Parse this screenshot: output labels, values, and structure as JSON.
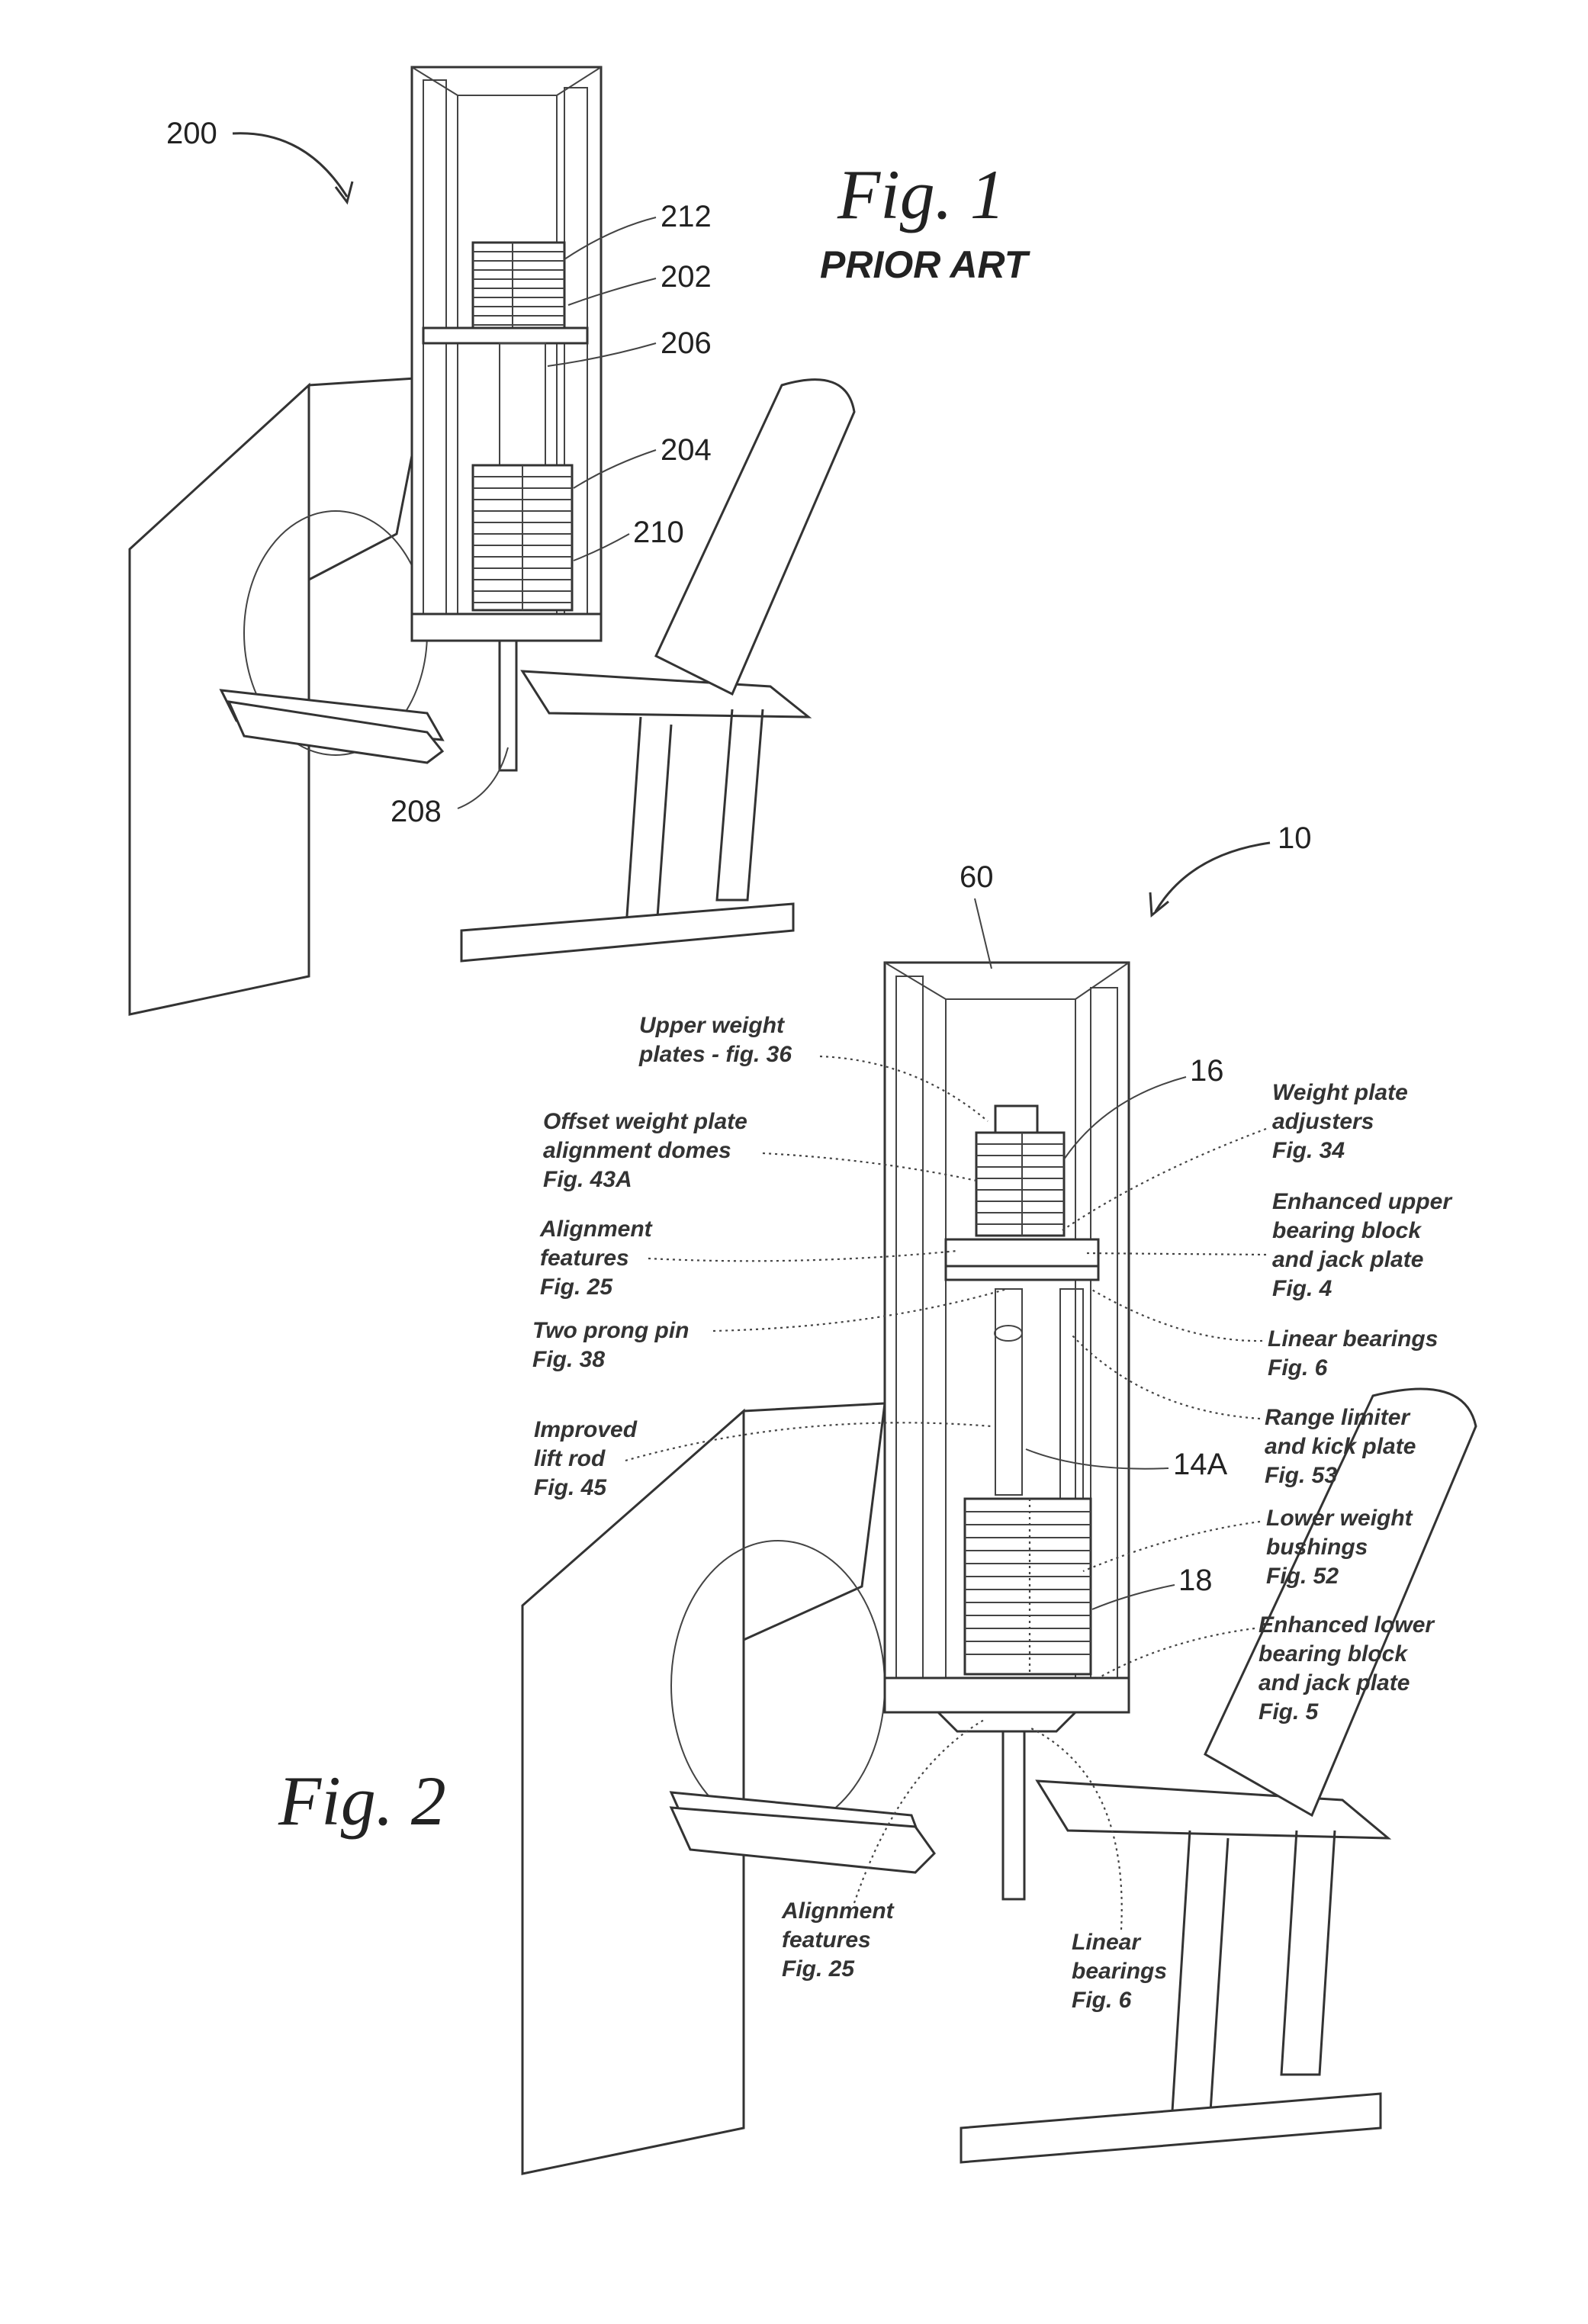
{
  "fig1": {
    "title": "Fig. 1",
    "subtitle": "PRIOR ART",
    "refs": {
      "r200": "200",
      "r212": "212",
      "r202": "202",
      "r206": "206",
      "r204": "204",
      "r210": "210",
      "r208": "208"
    }
  },
  "fig2": {
    "title": "Fig. 2",
    "refs": {
      "r10": "10",
      "r60": "60",
      "r16": "16",
      "r14a": "14A",
      "r18": "18"
    },
    "callouts": {
      "upper_weight_plates": [
        "Upper weight",
        "plates - fig. 36"
      ],
      "offset_domes": [
        "Offset weight plate",
        "alignment domes",
        "Fig. 43A"
      ],
      "alignment_features_left": [
        "Alignment",
        "features",
        "Fig. 25"
      ],
      "two_prong_pin": [
        "Two prong pin",
        "Fig. 38"
      ],
      "improved_lift_rod": [
        "Improved",
        "lift rod",
        "Fig. 45"
      ],
      "weight_plate_adjusters": [
        "Weight plate",
        "adjusters",
        "Fig. 34"
      ],
      "upper_bearing_block": [
        "Enhanced upper",
        "bearing block",
        "and jack plate",
        "Fig. 4"
      ],
      "linear_bearings_right": [
        "Linear bearings",
        "Fig. 6"
      ],
      "range_limiter": [
        "Range limiter",
        "and kick plate",
        "Fig. 53"
      ],
      "lower_weight_bushings": [
        "Lower weight",
        "bushings",
        "Fig. 52"
      ],
      "lower_bearing_block": [
        "Enhanced lower",
        "bearing block",
        "and jack plate",
        "Fig. 5"
      ],
      "alignment_features_bottom": [
        "Alignment",
        "features",
        "Fig. 25"
      ],
      "linear_bearings_bottom": [
        "Linear",
        "bearings",
        "Fig. 6"
      ]
    }
  }
}
